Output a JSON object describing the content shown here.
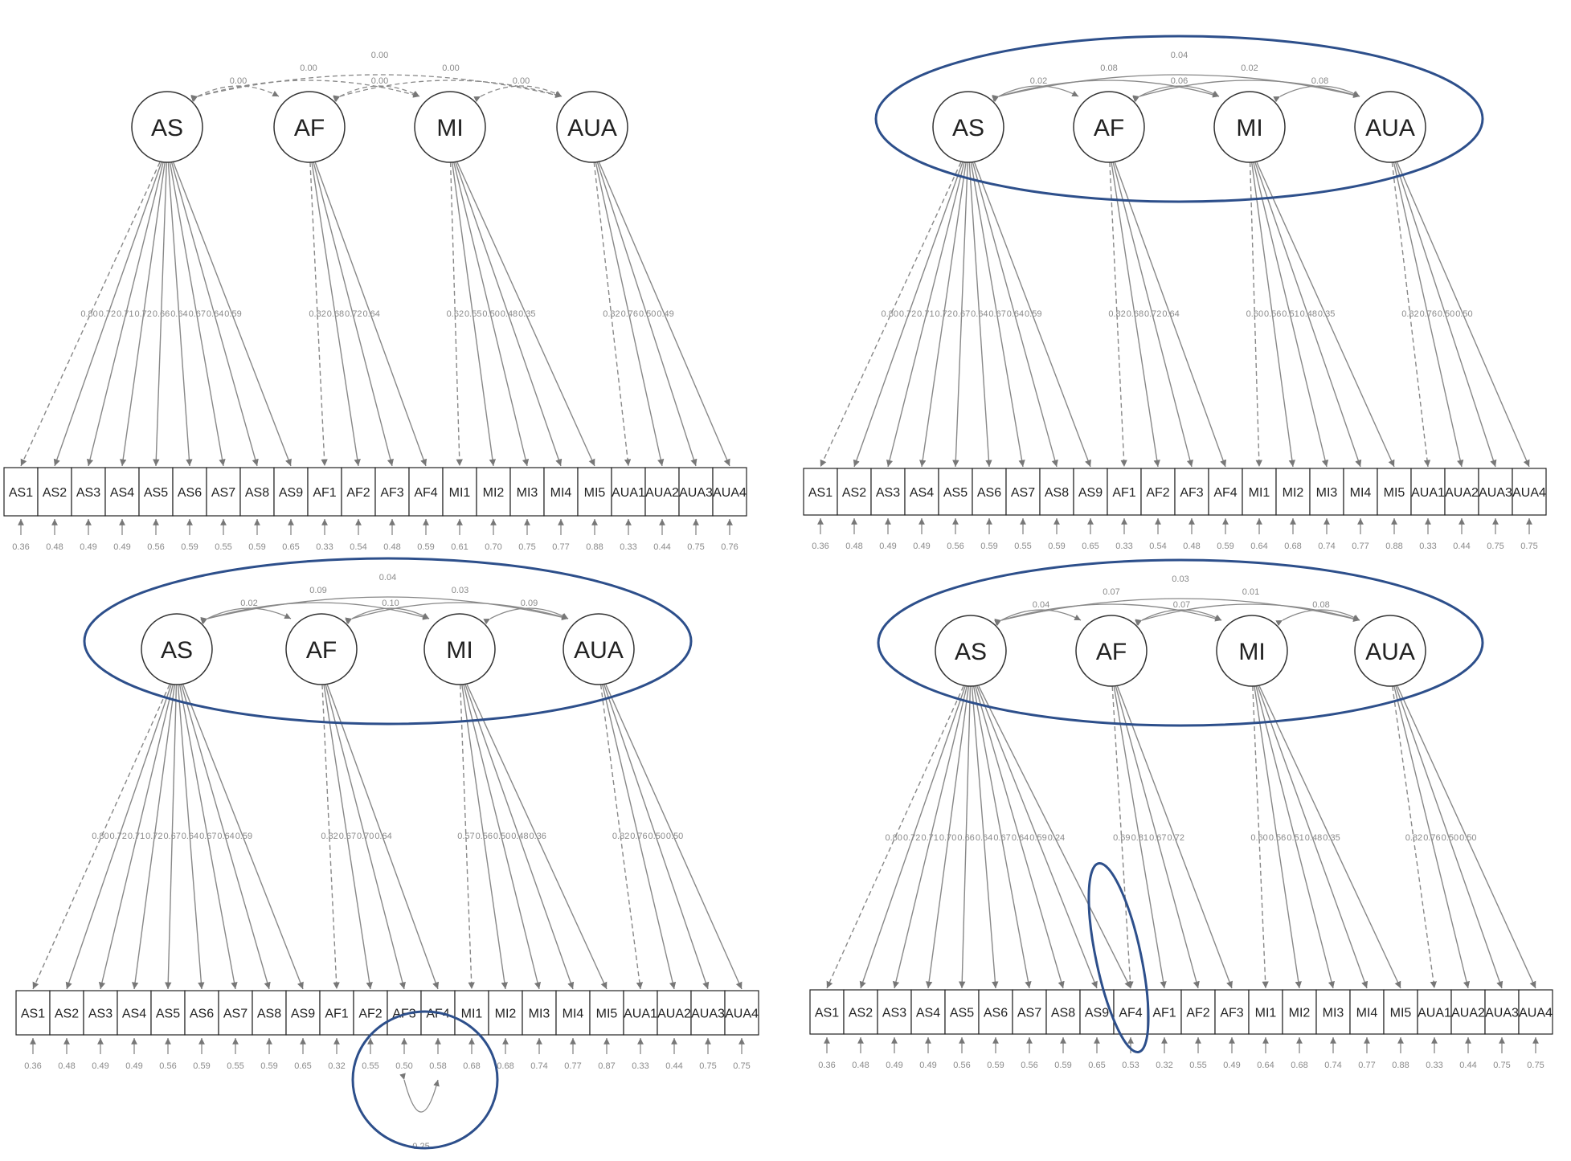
{
  "latents": [
    "AS",
    "AF",
    "MI",
    "AUA"
  ],
  "indicators": [
    "AS1",
    "AS2",
    "AS3",
    "AS4",
    "AS5",
    "AS6",
    "AS7",
    "AS8",
    "AS9",
    "AF1",
    "AF2",
    "AF3",
    "AF4",
    "MI1",
    "MI2",
    "MI3",
    "MI4",
    "MI5",
    "AUA1",
    "AUA2",
    "AUA3",
    "AUA4"
  ],
  "colors": {
    "line": "#888888",
    "node": "#333333",
    "label": "#8a8a8a",
    "highlight": "#2d4f8b"
  },
  "panels": [
    {
      "id": "panel-top-left",
      "covariances": {
        "AS-AF": "0.00",
        "AF-MI": "0.00",
        "MI-AUA": "0.00",
        "AS-MI": "0.00",
        "AF-AUA": "0.00",
        "AS-AUA": "0.00"
      },
      "loadings": {
        "AS": [
          "0.80",
          "0.72",
          "0.71",
          "0.72",
          "0.66",
          "0.64",
          "0.67",
          "0.64",
          "0.59"
        ],
        "AF": [
          "0.82",
          "0.68",
          "0.72",
          "0.64"
        ],
        "MI": [
          "0.62",
          "0.55",
          "0.50",
          "0.48",
          "0.35"
        ],
        "AUA": [
          "0.82",
          "0.76",
          "0.50",
          "0.49"
        ]
      },
      "residuals": [
        "0.36",
        "0.48",
        "0.49",
        "0.49",
        "0.56",
        "0.59",
        "0.55",
        "0.59",
        "0.65",
        "0.33",
        "0.54",
        "0.48",
        "0.59",
        "0.61",
        "0.70",
        "0.75",
        "0.77",
        "0.88",
        "0.33",
        "0.44",
        "0.75",
        "0.76"
      ]
    },
    {
      "id": "panel-top-right",
      "covariances": {
        "AS-AF": "0.02",
        "AF-MI": "0.06",
        "MI-AUA": "0.08",
        "AS-MI": "0.08",
        "AF-AUA": "0.02",
        "AS-AUA": "0.04"
      },
      "loadings": {
        "AS": [
          "0.80",
          "0.72",
          "0.71",
          "0.72",
          "0.67",
          "0.64",
          "0.67",
          "0.64",
          "0.59"
        ],
        "AF": [
          "0.82",
          "0.68",
          "0.72",
          "0.64"
        ],
        "MI": [
          "0.60",
          "0.56",
          "0.51",
          "0.48",
          "0.35"
        ],
        "AUA": [
          "0.82",
          "0.76",
          "0.50",
          "0.50"
        ]
      },
      "residuals": [
        "0.36",
        "0.48",
        "0.49",
        "0.49",
        "0.56",
        "0.59",
        "0.55",
        "0.59",
        "0.65",
        "0.33",
        "0.54",
        "0.48",
        "0.59",
        "0.64",
        "0.68",
        "0.74",
        "0.77",
        "0.88",
        "0.33",
        "0.44",
        "0.75",
        "0.75"
      ]
    },
    {
      "id": "panel-bottom-left",
      "covariances": {
        "AS-AF": "0.02",
        "AF-MI": "0.10",
        "MI-AUA": "0.09",
        "AS-MI": "0.09",
        "AF-AUA": "0.03",
        "AS-AUA": "0.04"
      },
      "loadings": {
        "AS": [
          "0.80",
          "0.72",
          "0.71",
          "0.72",
          "0.67",
          "0.64",
          "0.67",
          "0.64",
          "0.59"
        ],
        "AF": [
          "0.82",
          "0.67",
          "0.70",
          "0.64"
        ],
        "MI": [
          "0.57",
          "0.56",
          "0.50",
          "0.48",
          "0.36"
        ],
        "AUA": [
          "0.82",
          "0.76",
          "0.50",
          "0.50"
        ]
      },
      "residuals": [
        "0.36",
        "0.48",
        "0.49",
        "0.49",
        "0.56",
        "0.59",
        "0.55",
        "0.59",
        "0.65",
        "0.32",
        "0.55",
        "0.50",
        "0.58",
        "0.68",
        "0.68",
        "0.74",
        "0.77",
        "0.87",
        "0.33",
        "0.44",
        "0.75",
        "0.75"
      ],
      "extra_covariance": {
        "from": "AF3",
        "to": "AF4",
        "value": "0.25"
      }
    },
    {
      "id": "panel-bottom-right",
      "covariances": {
        "AS-AF": "0.04",
        "AF-MI": "0.07",
        "MI-AUA": "0.08",
        "AS-MI": "0.07",
        "AF-AUA": "0.01",
        "AS-AUA": "0.03"
      },
      "indicator_order": [
        "AS1",
        "AS2",
        "AS3",
        "AS4",
        "AS5",
        "AS6",
        "AS7",
        "AS8",
        "AS9",
        "AF4",
        "AF1",
        "AF2",
        "AF3",
        "MI1",
        "MI2",
        "MI3",
        "MI4",
        "MI5",
        "AUA1",
        "AUA2",
        "AUA3",
        "AUA4"
      ],
      "loadings": {
        "AS": [
          "0.80",
          "0.72",
          "0.71",
          "0.70",
          "0.66",
          "0.64",
          "0.67",
          "0.64",
          "0.59",
          "0.24"
        ],
        "AF": [
          "0.69",
          "0.81",
          "0.67",
          "0.72"
        ],
        "MI": [
          "0.60",
          "0.56",
          "0.51",
          "0.48",
          "0.35"
        ],
        "AUA": [
          "0.82",
          "0.76",
          "0.50",
          "0.50"
        ]
      },
      "residuals": [
        "0.36",
        "0.48",
        "0.49",
        "0.49",
        "0.56",
        "0.59",
        "0.56",
        "0.59",
        "0.65",
        "0.53",
        "0.32",
        "0.55",
        "0.49",
        "0.64",
        "0.68",
        "0.74",
        "0.77",
        "0.88",
        "0.33",
        "0.44",
        "0.75",
        "0.75"
      ],
      "cross_loading": {
        "from": "AS",
        "to": "AF4",
        "value": "0.24"
      }
    }
  ]
}
